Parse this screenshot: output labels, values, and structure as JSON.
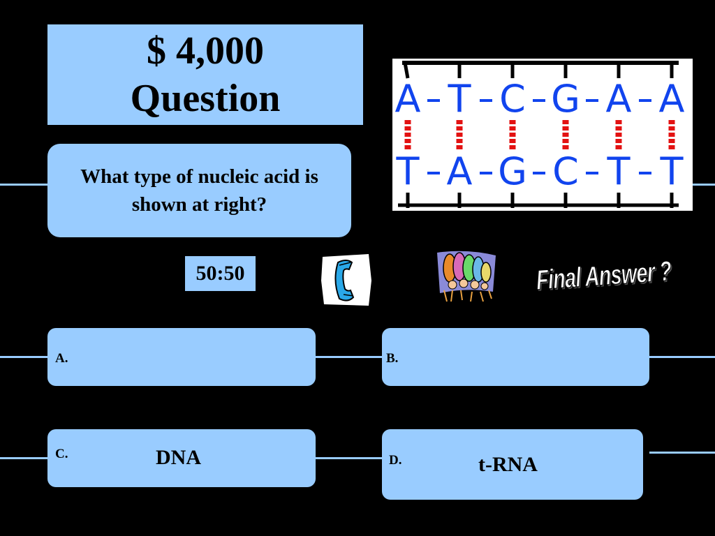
{
  "header": {
    "amount": "$ 4,000",
    "label": "Question"
  },
  "question": {
    "text": "What type of nucleic acid is shown at right?"
  },
  "lifelines": {
    "fifty_fifty": "50:50",
    "final_answer": "Final Answer ?"
  },
  "answers": [
    {
      "letter": "A.",
      "text": ""
    },
    {
      "letter": "B.",
      "text": ""
    },
    {
      "letter": "C.",
      "text": "DNA"
    },
    {
      "letter": "D.",
      "text": "t-RNA"
    }
  ],
  "diagram": {
    "top_strand": [
      "A",
      "T",
      "C",
      "G",
      "A",
      "A"
    ],
    "bottom_strand": [
      "T",
      "A",
      "G",
      "C",
      "T",
      "T"
    ],
    "base_color": "#1144ee",
    "bond_color": "#e31212"
  },
  "colors": {
    "panel": "#99ccff",
    "background": "#000000"
  }
}
